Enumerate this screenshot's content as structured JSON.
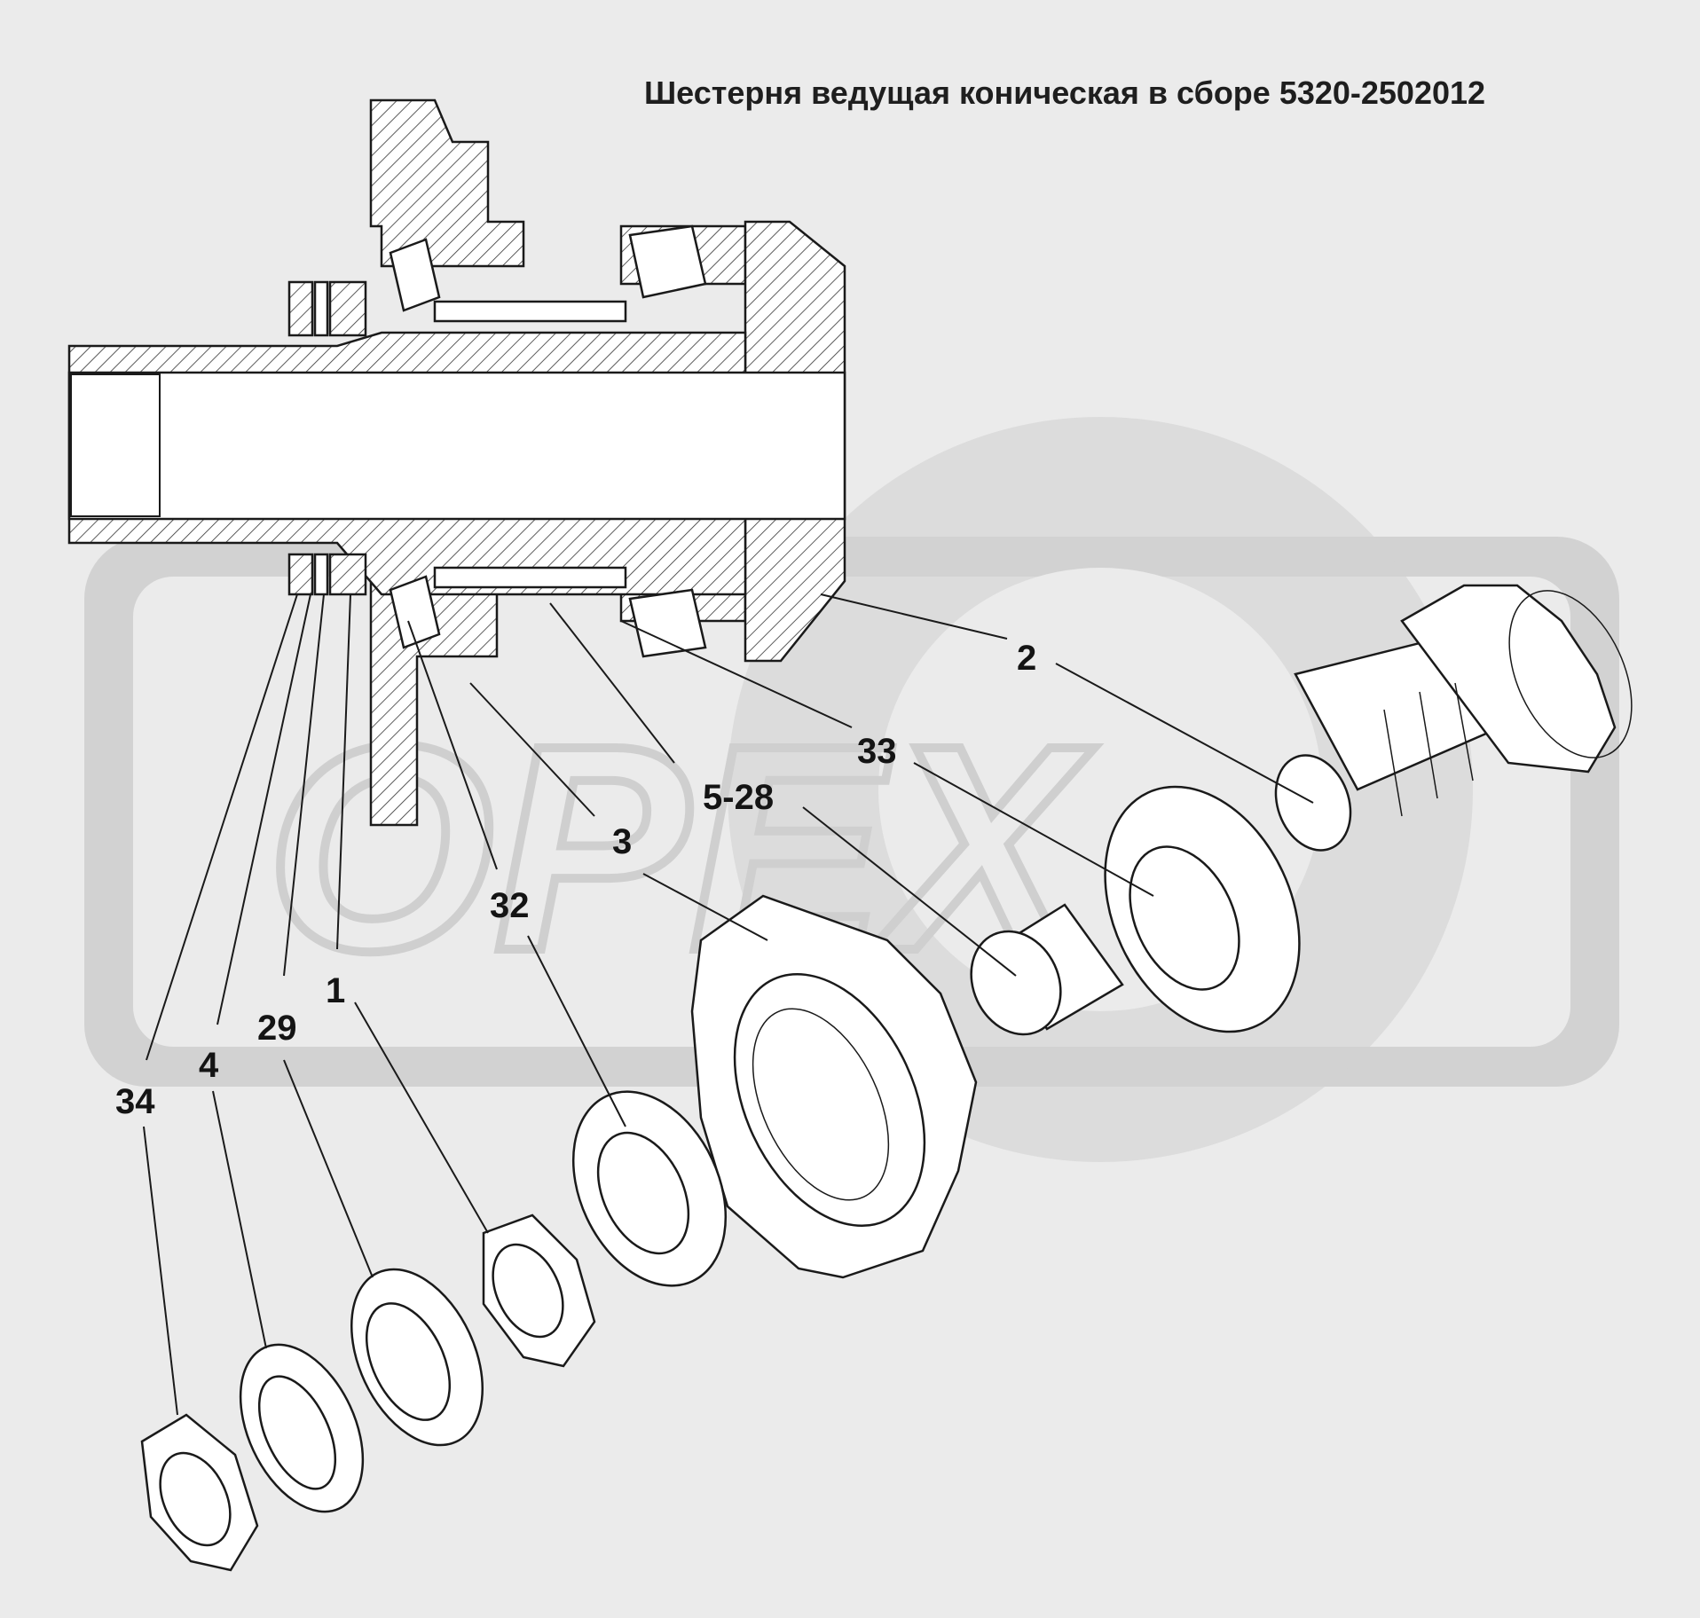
{
  "title": "Шестерня ведущая коническая в сборе 5320-2502012",
  "watermark": "OPEX",
  "callouts": [
    "2",
    "33",
    "5-28",
    "3",
    "32",
    "1",
    "29",
    "4",
    "34"
  ],
  "colors": {
    "background": "#ebebeb",
    "line": "#1a1a1a",
    "watermark": "#d2d2d2"
  }
}
